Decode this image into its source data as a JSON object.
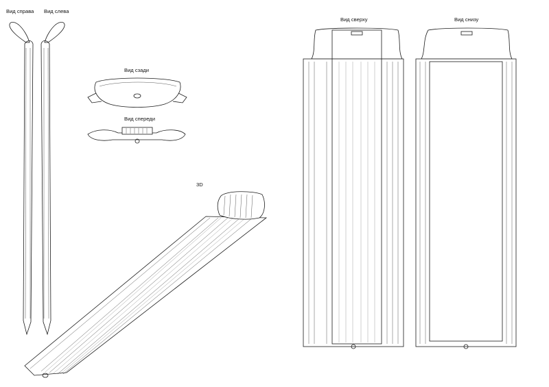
{
  "views": {
    "right": "Вид справа",
    "left": "Вид слева",
    "back": "Вид сзади",
    "front": "Вид спереди",
    "iso": "3D",
    "top": "Вид сверху",
    "bottom": "Вид снизу"
  },
  "colors": {
    "line": "#1a1a1a",
    "paper": "#ffffff"
  }
}
